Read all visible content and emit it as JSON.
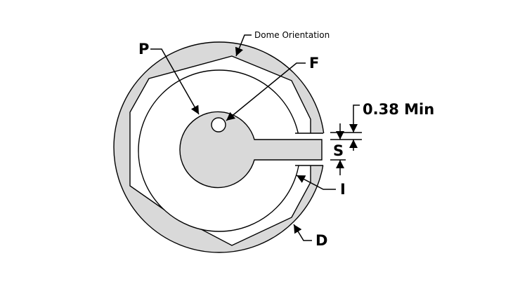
{
  "labels": {
    "dome_orientation": "Dome Orientation",
    "p": "P",
    "f": "F",
    "s": "S",
    "i": "I",
    "d": "D",
    "min_gap": "0.38 Min"
  },
  "colors": {
    "fill_gray": "#d9d9d9",
    "stroke": "#000000",
    "background": "#ffffff"
  }
}
